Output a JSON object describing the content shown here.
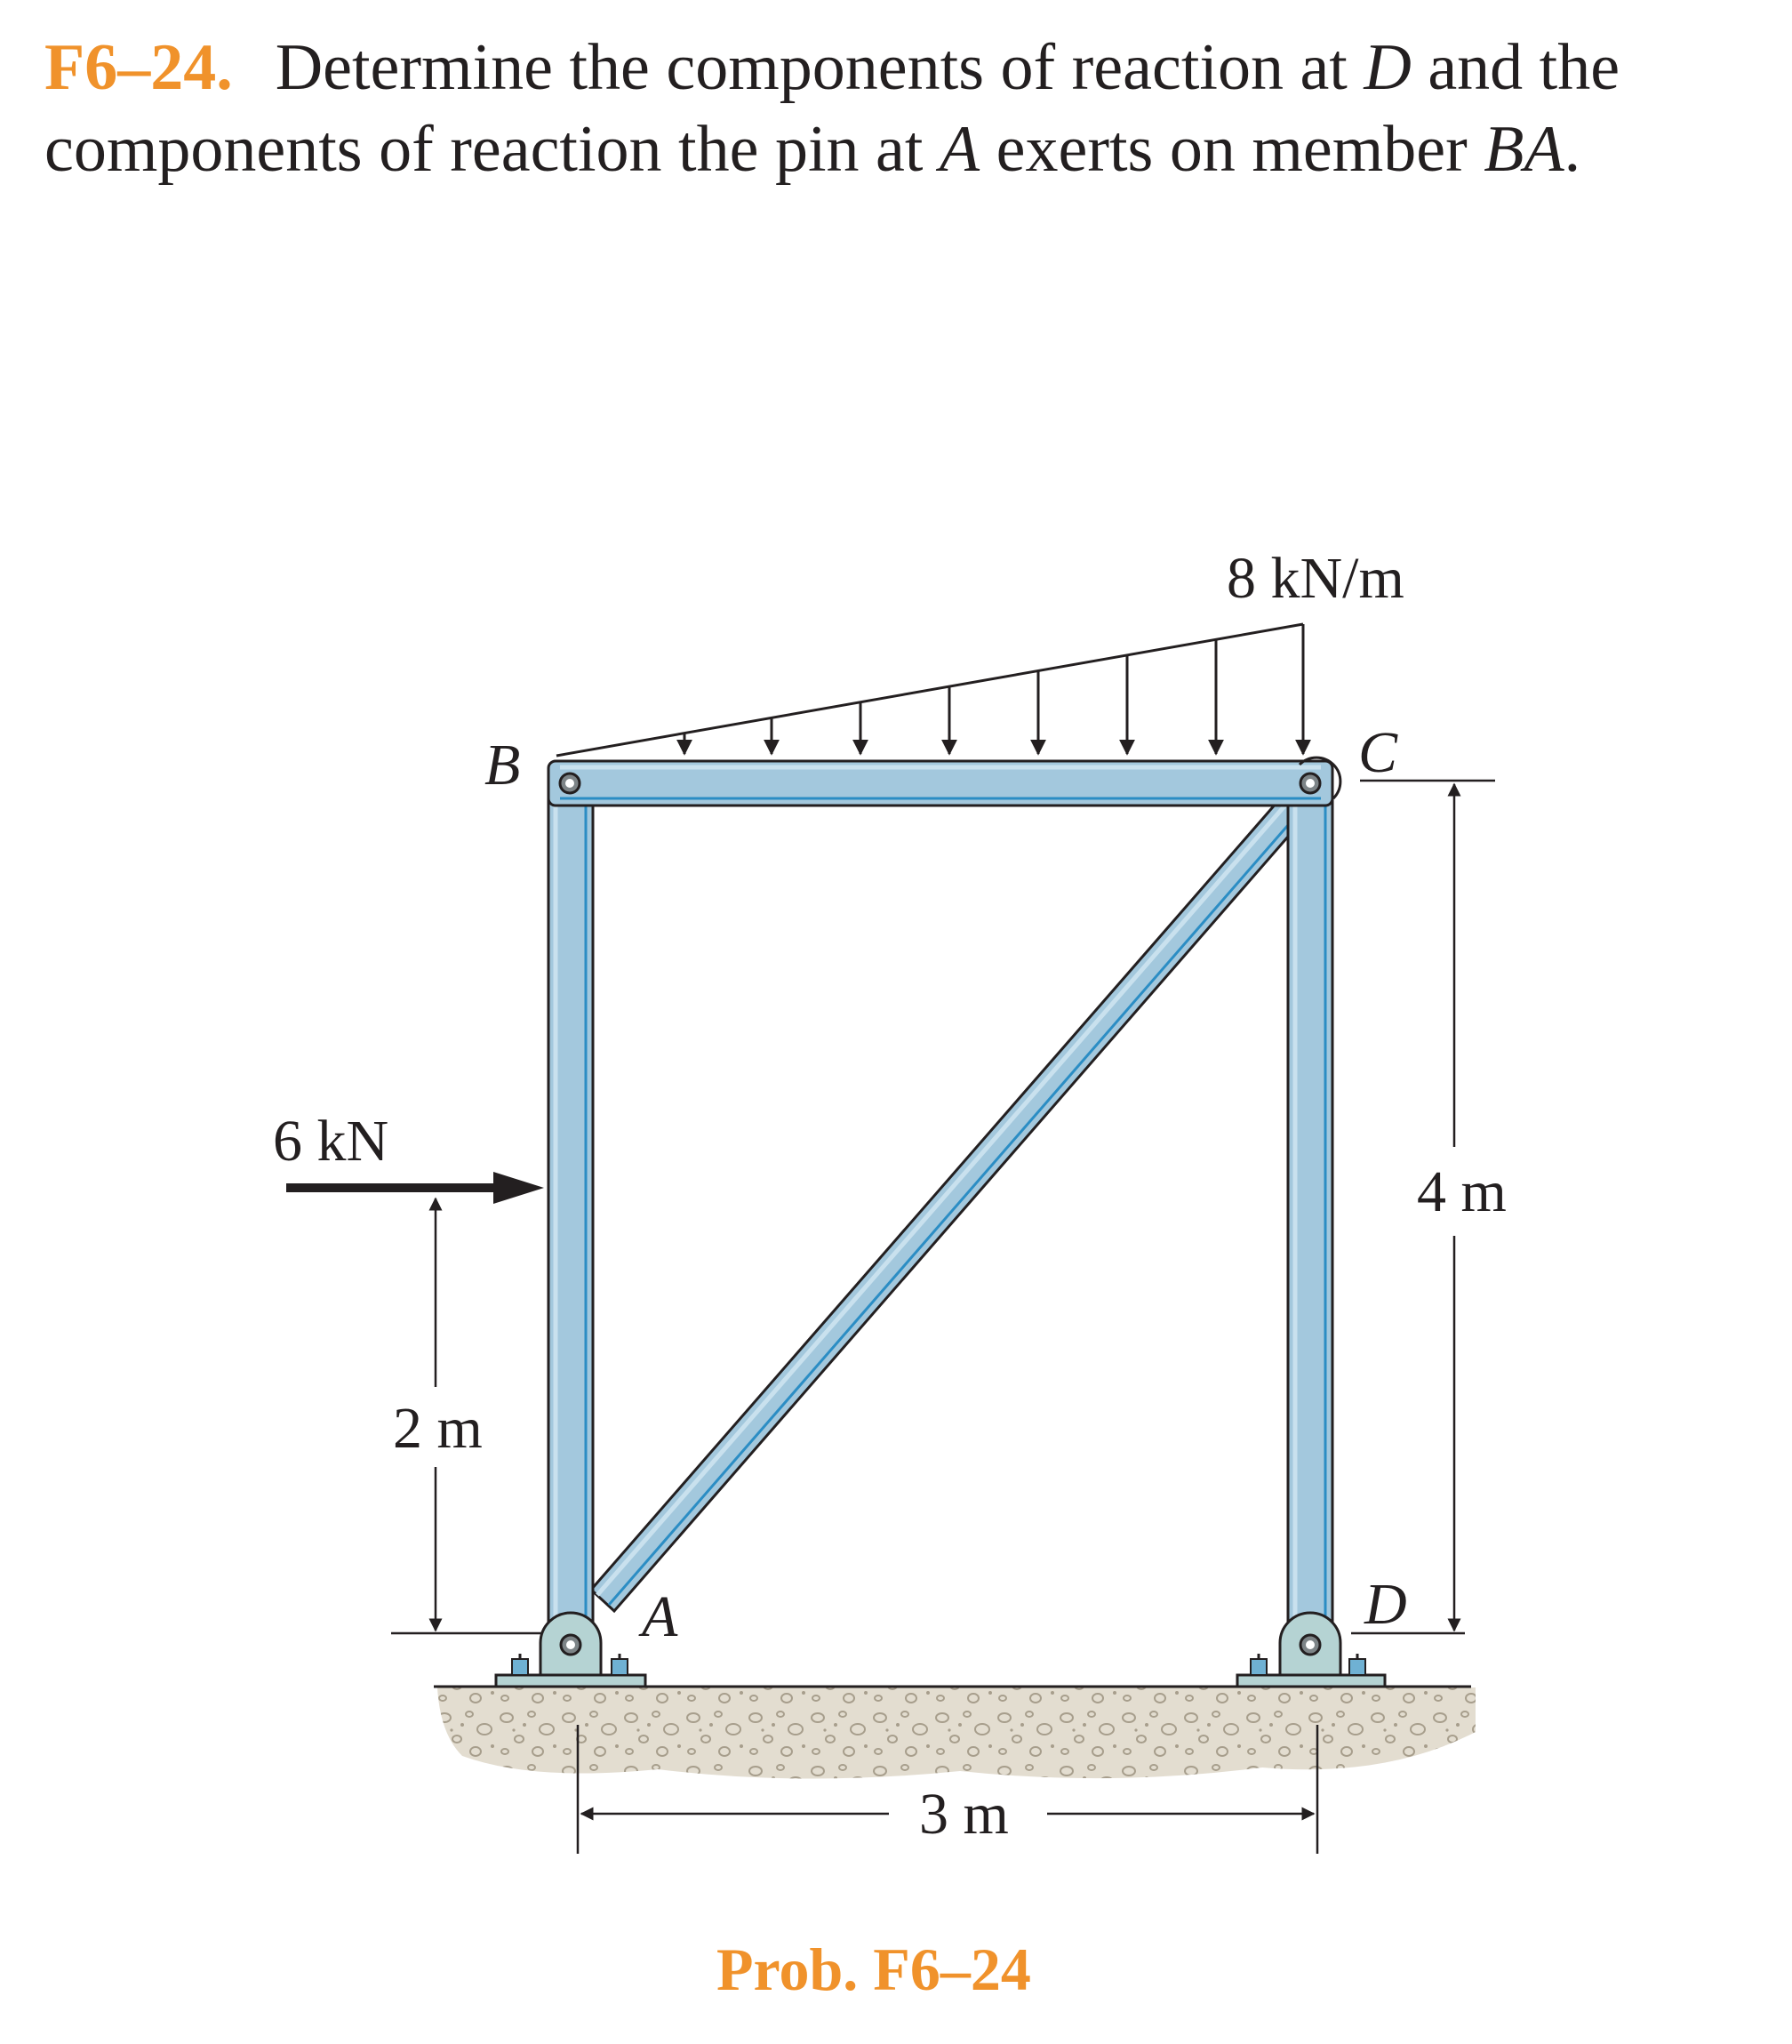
{
  "problem": {
    "number": "F6–24.",
    "text_1": "Determine the components of reaction at ",
    "point_d": "D",
    "text_2": " and the components of reaction the pin at ",
    "point_a": "A",
    "text_3": " exerts on member ",
    "member": "BA",
    "text_4": "."
  },
  "figure": {
    "distributed_load_label": "8 kN/m",
    "point_force_label": "6 kN",
    "joint_labels": {
      "a": "A",
      "b": "B",
      "c": "C",
      "d": "D"
    },
    "dimensions": {
      "force_height": "2 m",
      "frame_height": "4 m",
      "span": "3 m"
    },
    "caption": "Prob. F6–24"
  },
  "colors": {
    "member_fill": "#a3c8dd",
    "member_highlight": "#c9e1ee",
    "member_edge": "#2b8dc4",
    "support_fill": "#b5d3d3",
    "ground_fill": "#e3ddd0",
    "accent": "#f0922b",
    "ink": "#231f20"
  }
}
